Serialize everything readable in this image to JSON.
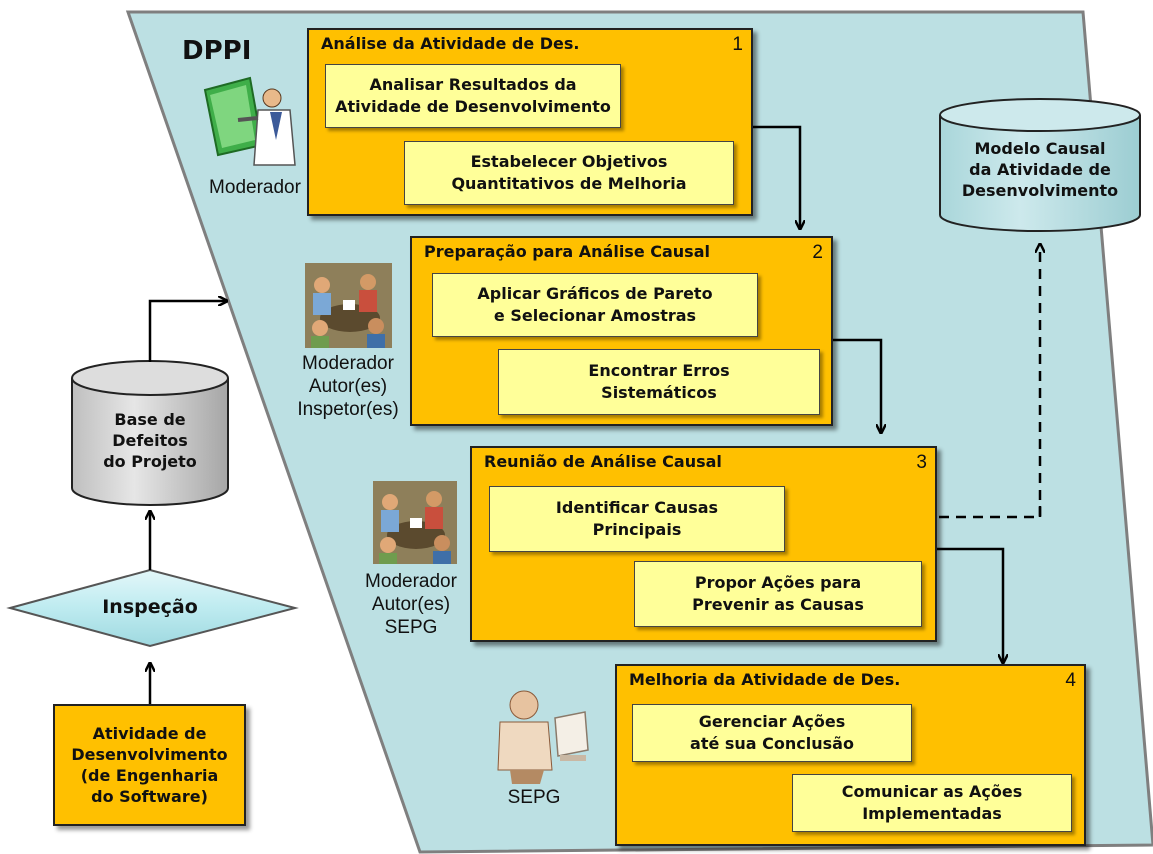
{
  "process_name": "DPPI",
  "stages": [
    {
      "number": "1",
      "title": "Análise da Atividade de Des.",
      "tasks": [
        [
          "Analisar Resultados da",
          "Atividade de Desenvolvimento"
        ],
        [
          "Estabelecer Objetivos",
          "Quantitativos de Melhoria"
        ]
      ],
      "roles": [
        "Moderador"
      ]
    },
    {
      "number": "2",
      "title": "Preparação para Análise Causal",
      "tasks": [
        [
          "Aplicar Gráficos de Pareto",
          "e Selecionar Amostras"
        ],
        [
          "Encontrar Erros",
          "Sistemáticos"
        ]
      ],
      "roles": [
        "Moderador",
        "Autor(es)",
        "Inspetor(es)"
      ]
    },
    {
      "number": "3",
      "title": "Reunião de Análise Causal",
      "tasks": [
        [
          "Identificar Causas",
          "Principais"
        ],
        [
          "Propor Ações para",
          "Prevenir as Causas"
        ]
      ],
      "roles": [
        "Moderador",
        "Autor(es)",
        "SEPG"
      ]
    },
    {
      "number": "4",
      "title": "Melhoria da Atividade de Des.",
      "tasks": [
        [
          "Gerenciar Ações",
          "até sua Conclusão"
        ],
        [
          "Comunicar as Ações",
          "Implementadas"
        ]
      ],
      "roles": [
        "SEPG"
      ]
    }
  ],
  "causal_model": [
    "Modelo Causal",
    "da Atividade de",
    "Desenvolvimento"
  ],
  "defect_base": [
    "Base de",
    "Defeitos",
    "do Projeto"
  ],
  "inspection": "Inspeção",
  "development_activity": [
    "Atividade de",
    "Desenvolvimento",
    "(de Engenharia",
    "do Software)"
  ],
  "icons": {
    "moderator": "presenter-icon",
    "meeting": "meeting-group-icon",
    "sepg": "computer-user-icon"
  },
  "colors": {
    "background_panel": "#BCE0E3",
    "stage_fill": "#FFC000",
    "task_fill": "#FFFF99",
    "cylinder_fill": "#D9D9D9",
    "diamond_fill": "#BEEBF0"
  }
}
